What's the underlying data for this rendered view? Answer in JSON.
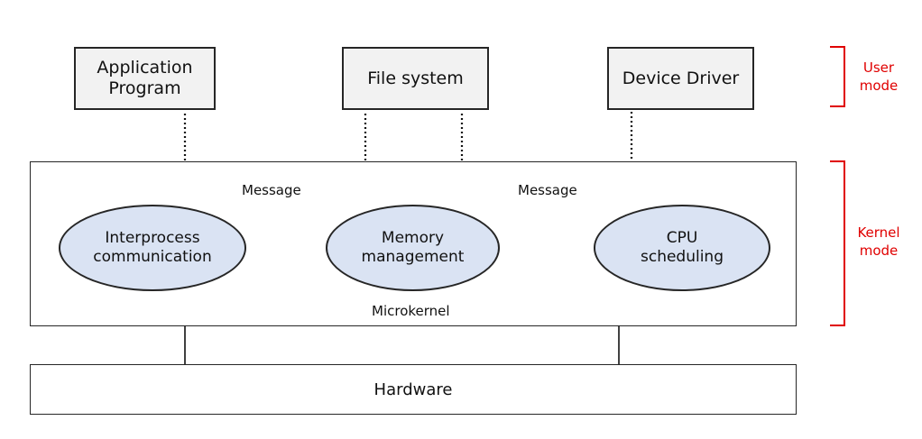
{
  "user_space": {
    "application": "Application\nProgram",
    "file_system": "File system",
    "device_driver": "Device Driver"
  },
  "kernel": {
    "message_left": "Message",
    "message_right": "Message",
    "ipc": "Interprocess\ncommunication",
    "memory": "Memory\nmanagement",
    "cpu": "CPU\nscheduling",
    "label": "Microkernel"
  },
  "hardware": {
    "label": "Hardware"
  },
  "modes": {
    "user": "User\nmode",
    "kernel": "Kernel\nmode",
    "bracket_color": "#e00000"
  }
}
